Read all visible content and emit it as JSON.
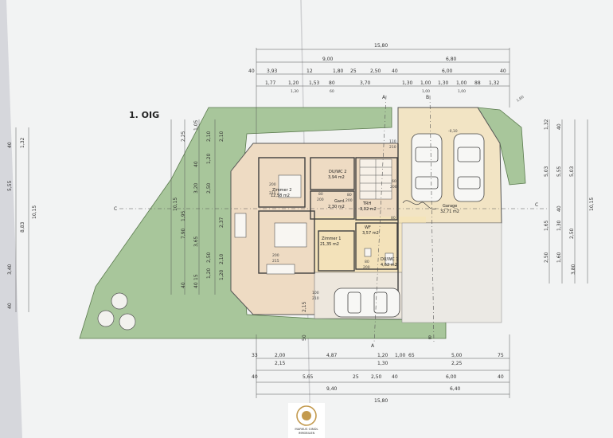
{
  "plan": {
    "level_title": "1. OIG",
    "section_marks": {
      "a": "A",
      "b": "B",
      "c": "C"
    },
    "top_dims": {
      "total": "15,80",
      "row2": [
        "9,00",
        "6,80"
      ],
      "row3": [
        "40",
        "3,93",
        "12",
        "1,80",
        "25",
        "2,50",
        "40",
        "6,00",
        "40"
      ],
      "row4": [
        "1,77",
        "1,20",
        "1,53",
        "80",
        "3,70",
        "1,30",
        "1,00",
        "1,30",
        "1,00",
        "88",
        "1,32"
      ],
      "row4_sub": [
        "1,30",
        "60",
        "1,00",
        "1,00"
      ]
    },
    "bottom_dims": {
      "total": "15,80",
      "row1": [
        "33",
        "2,00",
        "4,87",
        "1,20",
        "1,00",
        "65",
        "5,00",
        "75"
      ],
      "row2": [
        "2,15",
        "1,30",
        "2,25"
      ],
      "row3": [
        "40",
        "5,65",
        "25",
        "2,50",
        "40",
        "6,00",
        "40"
      ],
      "row4": [
        "9,40",
        "6,40"
      ]
    },
    "left_dims": {
      "outer": "10,15",
      "segments": [
        "40",
        "1,32",
        "5,55",
        "8,83",
        "3,40",
        "40"
      ],
      "inner": "10,15",
      "inner_segs": [
        "2,25",
        "1,05",
        "1,20",
        "3,20",
        "2,50",
        "1,95",
        "3,65",
        "2,50",
        "15",
        "1,20",
        "40",
        "2,10",
        "2,10",
        "40",
        "7,90",
        "2,37",
        "2,10",
        "1,20",
        "40"
      ]
    },
    "right_dims": {
      "outer": "10,15",
      "segments": [
        "1,32",
        "40",
        "5,03",
        "5,55",
        "40",
        "1,30",
        "1,60",
        "3,80"
      ],
      "inner": [
        "5,03",
        "2,50",
        "1,65",
        "2,50"
      ]
    },
    "rooms": [
      {
        "name": "Zimmer 2",
        "area": "12,58 m2"
      },
      {
        "name": "DU/WC 2",
        "area": "3,94 m2"
      },
      {
        "name": "Gard.",
        "area": "2,30 m2"
      },
      {
        "name": "TRH",
        "area": "3,02 m2"
      },
      {
        "name": "Zimmer 1",
        "area": "21,35 m2"
      },
      {
        "name": "WF",
        "area": "3,57 m2"
      },
      {
        "name": "DU/WC 1",
        "area": "4,62 m2"
      },
      {
        "name": "Garage",
        "area": "32,71 m2"
      }
    ],
    "openings": [
      "200",
      "215",
      "200",
      "215",
      "80",
      "200",
      "80",
      "200",
      "110",
      "210",
      "60",
      "200",
      "80",
      "200",
      "100",
      "210",
      "80"
    ],
    "misc_labels": [
      "-0,10",
      "1,60",
      "2,15",
      "50"
    ],
    "colors": {
      "garden": "#a9c49a",
      "house": "#efd9bf",
      "garage": "#f2e3c2",
      "paper": "#f3f4f4",
      "logo": "#c39a4e"
    }
  },
  "logo": {
    "line1": "MARKUS GINDL",
    "line2": "IMMOBILIEN"
  }
}
